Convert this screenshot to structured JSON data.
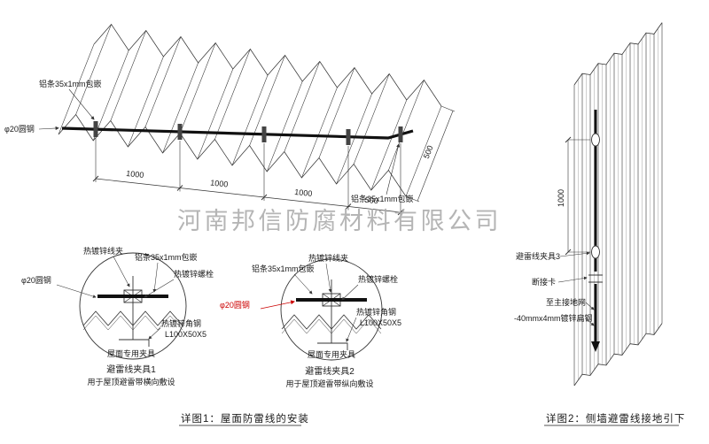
{
  "watermark": "河南邦信防腐材料有限公司",
  "colors": {
    "accent_red": "#cc0000",
    "line": "#333333",
    "watermark": "#a9a9a9",
    "wire": "#111111"
  },
  "figure1": {
    "caption": "详图1：屋面防雷线的安装",
    "roof_labels": {
      "strip_top": "铝条35x1mm包嵌",
      "round_steel": "φ20圆钢",
      "strip_right": "铝条35x1mm包嵌"
    },
    "dims": {
      "seg1": "1000",
      "seg2": "1000",
      "seg3": "1000",
      "seg4": "500",
      "side": "500"
    },
    "detail1": {
      "title": "避雷线夹具1",
      "subtitle": "用于屋顶避雷带横向敷设",
      "labels": {
        "clamp": "热镀锌线夹",
        "strip": "铝条35x1mm包嵌",
        "bolt": "热镀锌螺栓",
        "round_steel": "φ20圆钢",
        "angle": "热镀锌角钢",
        "angle_size": "L100X50X5",
        "fixture": "屋面专用夹具"
      }
    },
    "detail2": {
      "title": "避雷线夹具2",
      "subtitle": "用于屋顶避雷带纵向敷设",
      "labels": {
        "strip": "铝条35x1mm包嵌",
        "clamp": "热镀锌线夹",
        "bolt": "热镀锌螺栓",
        "round_steel": "φ20圆钢",
        "angle": "热镀锌角钢",
        "angle_size": "L100X50X5",
        "fixture": "屋面专用夹具"
      }
    }
  },
  "figure2": {
    "caption": "详图2：侧墙避雷线接地引下",
    "dim": "1000",
    "labels": {
      "clamp3": "避雷线夹具3",
      "disconnect": "断接卡",
      "to_ground": "至主接地网",
      "flat_steel": "-40mmx4mm镀锌扁钢"
    }
  }
}
